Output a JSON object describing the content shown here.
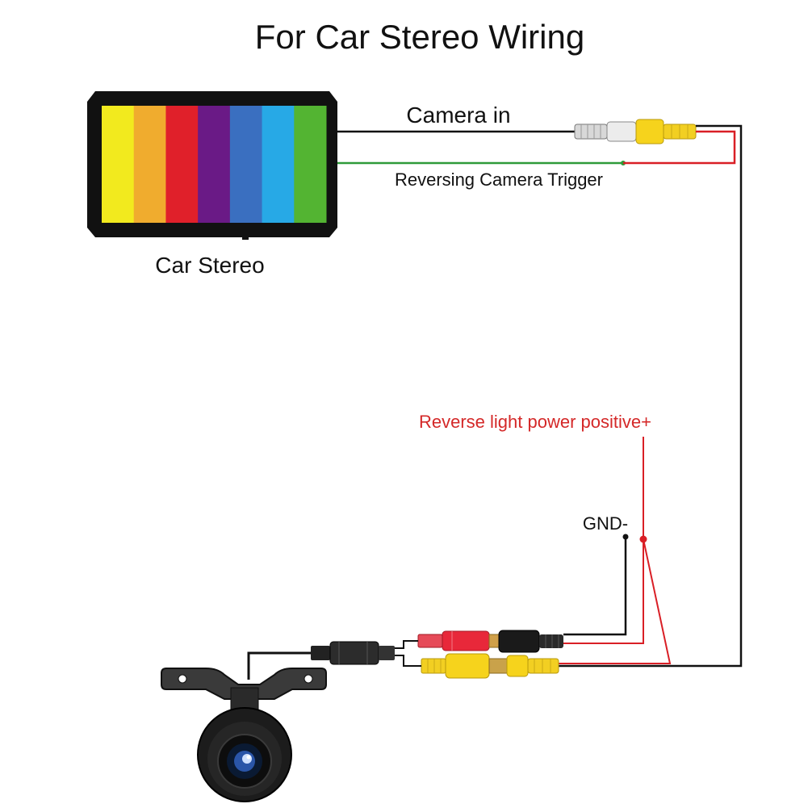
{
  "title": "For Car Stereo Wiring",
  "stereo": {
    "label": "Car Stereo",
    "stripe_colors": [
      "#f2ea1e",
      "#f0ac2e",
      "#e0202a",
      "#6a1a86",
      "#3a6fc0",
      "#27a9e6",
      "#53b432"
    ]
  },
  "labels": {
    "camera_in": "Camera in",
    "reversing_trigger": "Reversing Camera Trigger",
    "reverse_power": "Reverse light power positive+",
    "gnd": "GND-"
  },
  "colors": {
    "wire_black": "#111111",
    "wire_red": "#d91f26",
    "wire_green": "#2e9b3a",
    "rca_yellow": "#f6d31c",
    "rca_red": "#e8283a",
    "text_red": "#d42828"
  }
}
